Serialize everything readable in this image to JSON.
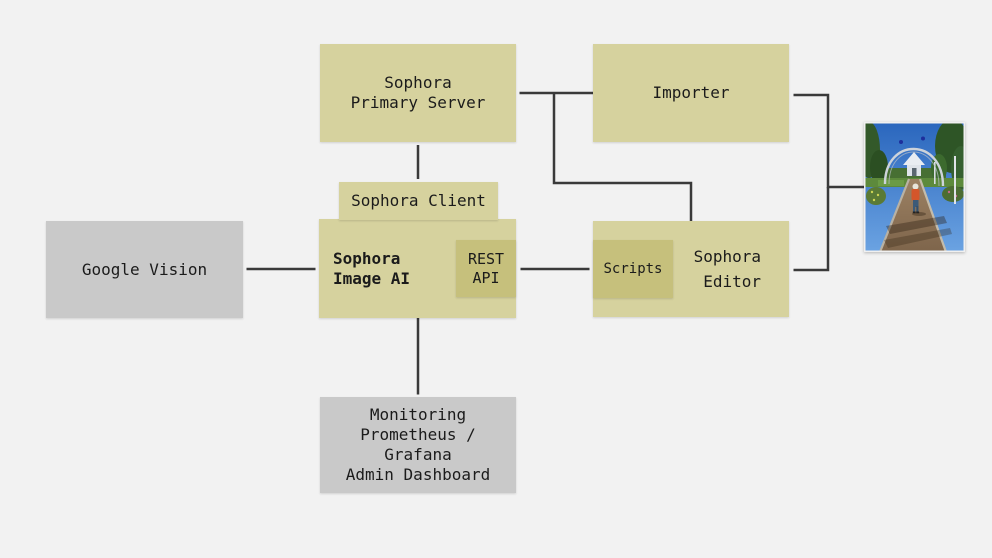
{
  "colors": {
    "background": "#f2f2f2",
    "box_khaki": "#d6d29e",
    "box_khaki_dark": "#c6c07c",
    "box_gray": "#c9c9c9",
    "connector": "#3a3a3a",
    "text": "#1b1b1b"
  },
  "nodes": {
    "primary_server": {
      "lines": [
        "Sophora",
        "Primary Server"
      ]
    },
    "importer": {
      "label": "Importer"
    },
    "client": {
      "label": "Sophora Client"
    },
    "image_ai": {
      "lines": [
        "Sophora",
        "Image AI"
      ]
    },
    "rest_api": {
      "lines": [
        "REST",
        "API"
      ]
    },
    "google_vision": {
      "label": "Google Vision"
    },
    "scripts": {
      "label": "Scripts"
    },
    "editor": {
      "lines": [
        "Sophora",
        "Editor"
      ]
    },
    "monitoring": {
      "lines": [
        "Monitoring",
        "Prometheus /",
        "Grafana",
        "Admin Dashboard"
      ]
    }
  },
  "photo": {
    "name": "garden-path-photo"
  }
}
